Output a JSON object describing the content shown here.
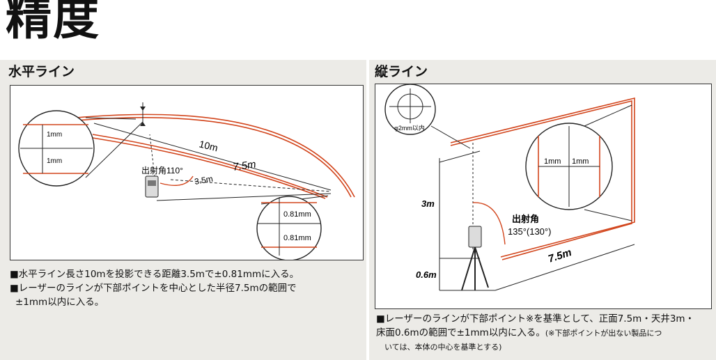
{
  "title": "精度",
  "left": {
    "heading": "水平ライン",
    "diagram": {
      "label_1mm_top": "1mm",
      "label_1mm_bottom": "1mm",
      "label_10m": "10m",
      "label_7_5m": "7.5m",
      "label_3_5m": "3.5m",
      "label_angle": "出射角110°",
      "label_081_top": "0.81mm",
      "label_081_bottom": "0.81mm"
    },
    "notes": [
      "■水平ライン長さ10mを投影できる距離3.5mで±0.81mmに入る。",
      "■レーザーのラインが下部ポイントを中心とした半径7.5mの範囲で",
      "±1mm以内に入る。"
    ]
  },
  "right": {
    "heading": "縦ライン",
    "diagram": {
      "label_circle": "φ2mm以内",
      "label_1mm_left": "1mm",
      "label_1mm_right": "1mm",
      "label_3m": "3m",
      "label_06m": "0.6m",
      "label_7_5m": "7.5m",
      "label_angle_title": "出射角",
      "label_angle_value": "135°(130°)"
    },
    "notes": {
      "line1": "■レーザーのラインが下部ポイント※を基準として、正面7.5m・天井3m・",
      "line2_main": "床面0.6mの範囲で±1mm以内に入る。",
      "line2_small": "(※下部ポイントが出ない製品につ",
      "line3_small": "いては、本体の中心を基準とする)"
    }
  },
  "colors": {
    "laser": "#d2451c",
    "ink": "#222222",
    "panel": "#ecebe7"
  }
}
